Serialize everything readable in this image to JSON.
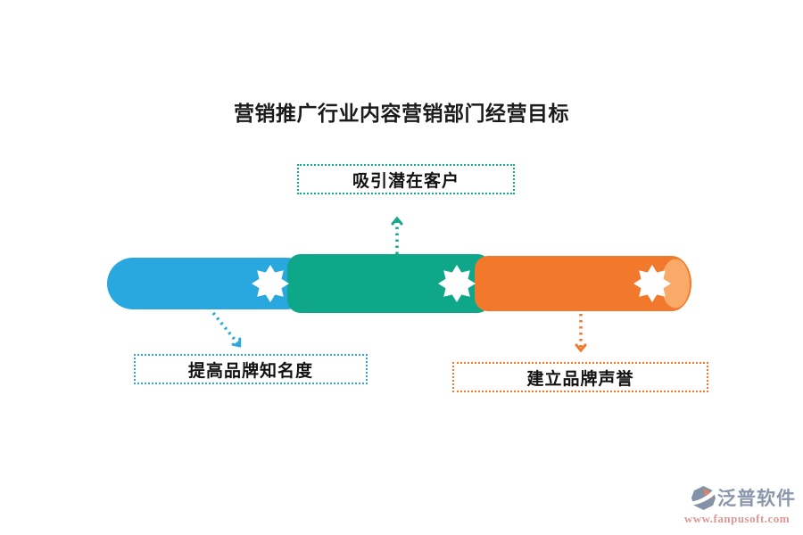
{
  "title": "营销推广行业内容营销部门经营目标",
  "boxes": {
    "top": "吸引潜在客户",
    "left": "提高品牌知名度",
    "right": "建立品牌声誉"
  },
  "colors": {
    "segment_blue": "#29a8e0",
    "segment_green": "#0fa78a",
    "segment_orange": "#f2792b",
    "segment_orange_cap": "#f9a968",
    "arrow_teal": "#14a88d",
    "arrow_blue": "#29a8e0",
    "arrow_orange": "#f2792b",
    "star_fill": "#ffffff"
  },
  "watermark": {
    "brand": "泛普软件",
    "url": "www.fanpusoft.com"
  }
}
